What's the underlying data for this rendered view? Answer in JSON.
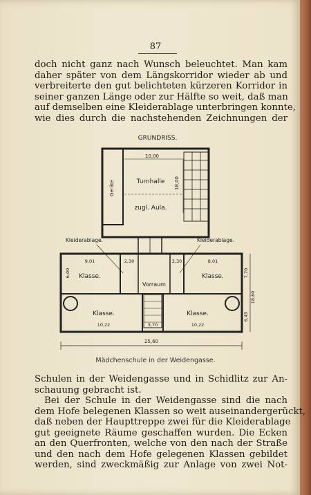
{
  "page_number": "87",
  "top_lines": [
    "doch nicht ganz nach Wunsch beleuchtet.  Man kam",
    "daher später von dem Längskorridor wieder ab und",
    "verbreiterte den gut belichteten kürzeren Korridor in",
    "seiner ganzen Länge oder zur Hälfte so weit, daß man",
    "auf demselben eine Kleiderablage unterbringen konnte,",
    "wie dies durch die nachstehenden Zeichnungen der"
  ],
  "bottom_lines": [
    "Schulen in der Weidengasse und in Schidlitz zur An-",
    "schauung gebracht ist.",
    "Bei der Schule in der Weidengasse sind die nach",
    "dem Hofe belegenen Klassen so weit auseinandergerückt,",
    "daß neben der Haupttreppe zwei für die Kleiderablage",
    "gut geeignete Räume geschaffen wurden.  Die Ecken",
    "an den Querfronten, welche von den nach der Straße",
    "und den nach dem Hofe gelegenen Klassen gebildet",
    "werden, sind zweckmäßig zur Anlage von zwei Not-"
  ],
  "figure": {
    "title": "GRUNDRISS.",
    "caption": "Mädchenschule in der Weidengasse.",
    "labels": {
      "turnhalle": "Turnhalle",
      "aula": "zugl. Aula.",
      "geraete": "Geräte",
      "kleider_left": "Kleiderablage.",
      "kleider_right": "Kleiderablage.",
      "klasse_tl": "Klasse.",
      "klasse_tr": "Klasse.",
      "klasse_bl": "Klasse.",
      "klasse_br": "Klasse.",
      "vorraum": "Vorraum"
    },
    "dimensions": {
      "hall_width": "10,00",
      "hall_depth": "18,00",
      "left_class_w": "9,01",
      "right_class_w": "8,01",
      "corr_l": "2,30",
      "corr_r": "2,30",
      "side_left": "6,00",
      "bottom_left": "10,22",
      "bottom_right": "10,22",
      "center_gap": "3,70",
      "total_width": "25,60",
      "right_a": "7,70",
      "right_b": "18,60",
      "right_c": "6,45"
    }
  }
}
